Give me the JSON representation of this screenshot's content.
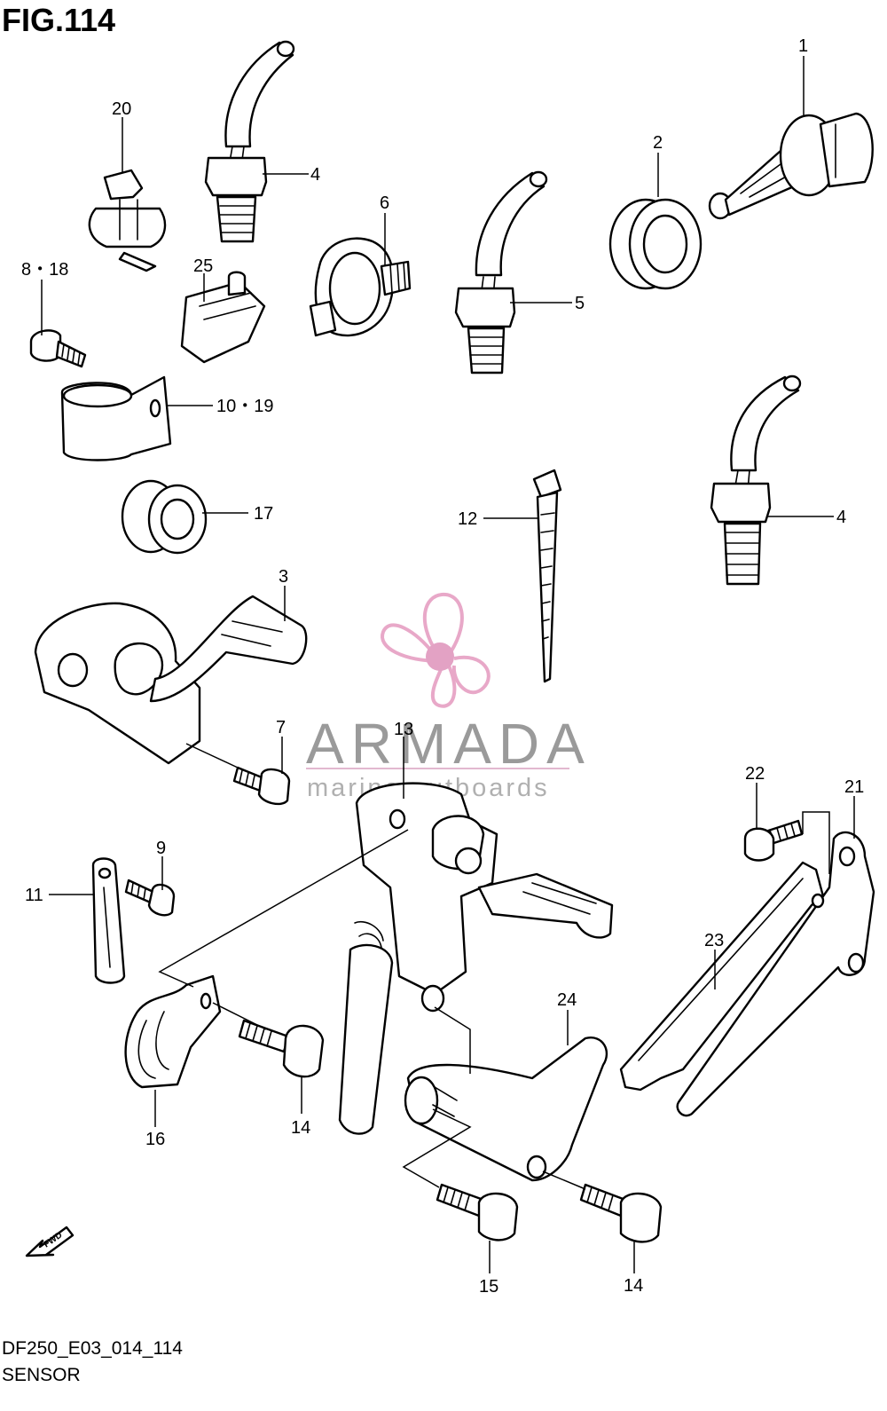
{
  "figure": {
    "title": "FIG.114",
    "drawing_code": "DF250_E03_014_114",
    "section_name": "SENSOR",
    "fwd_marker": "FWD"
  },
  "watermark": {
    "brand": "ARMADA",
    "tagline": "marine outboards",
    "colors": {
      "logo_pink": "#e8a8c8",
      "hub_pink": "#e3a2c4",
      "text_gray": "#9a9a9a"
    }
  },
  "callouts": [
    {
      "id": "c1",
      "label": "1"
    },
    {
      "id": "c2",
      "label": "2"
    },
    {
      "id": "c3",
      "label": "3"
    },
    {
      "id": "c4a",
      "label": "4"
    },
    {
      "id": "c4b",
      "label": "4"
    },
    {
      "id": "c5",
      "label": "5"
    },
    {
      "id": "c6",
      "label": "6"
    },
    {
      "id": "c7",
      "label": "7"
    },
    {
      "id": "c818",
      "label": "8・18"
    },
    {
      "id": "c9",
      "label": "9"
    },
    {
      "id": "c1019",
      "label": "10・19"
    },
    {
      "id": "c11",
      "label": "11"
    },
    {
      "id": "c12",
      "label": "12"
    },
    {
      "id": "c13",
      "label": "13"
    },
    {
      "id": "c14a",
      "label": "14"
    },
    {
      "id": "c14b",
      "label": "14"
    },
    {
      "id": "c15",
      "label": "15"
    },
    {
      "id": "c16",
      "label": "16"
    },
    {
      "id": "c17",
      "label": "17"
    },
    {
      "id": "c20",
      "label": "20"
    },
    {
      "id": "c21",
      "label": "21"
    },
    {
      "id": "c22",
      "label": "22"
    },
    {
      "id": "c23",
      "label": "23"
    },
    {
      "id": "c24",
      "label": "24"
    },
    {
      "id": "c25",
      "label": "25"
    }
  ]
}
